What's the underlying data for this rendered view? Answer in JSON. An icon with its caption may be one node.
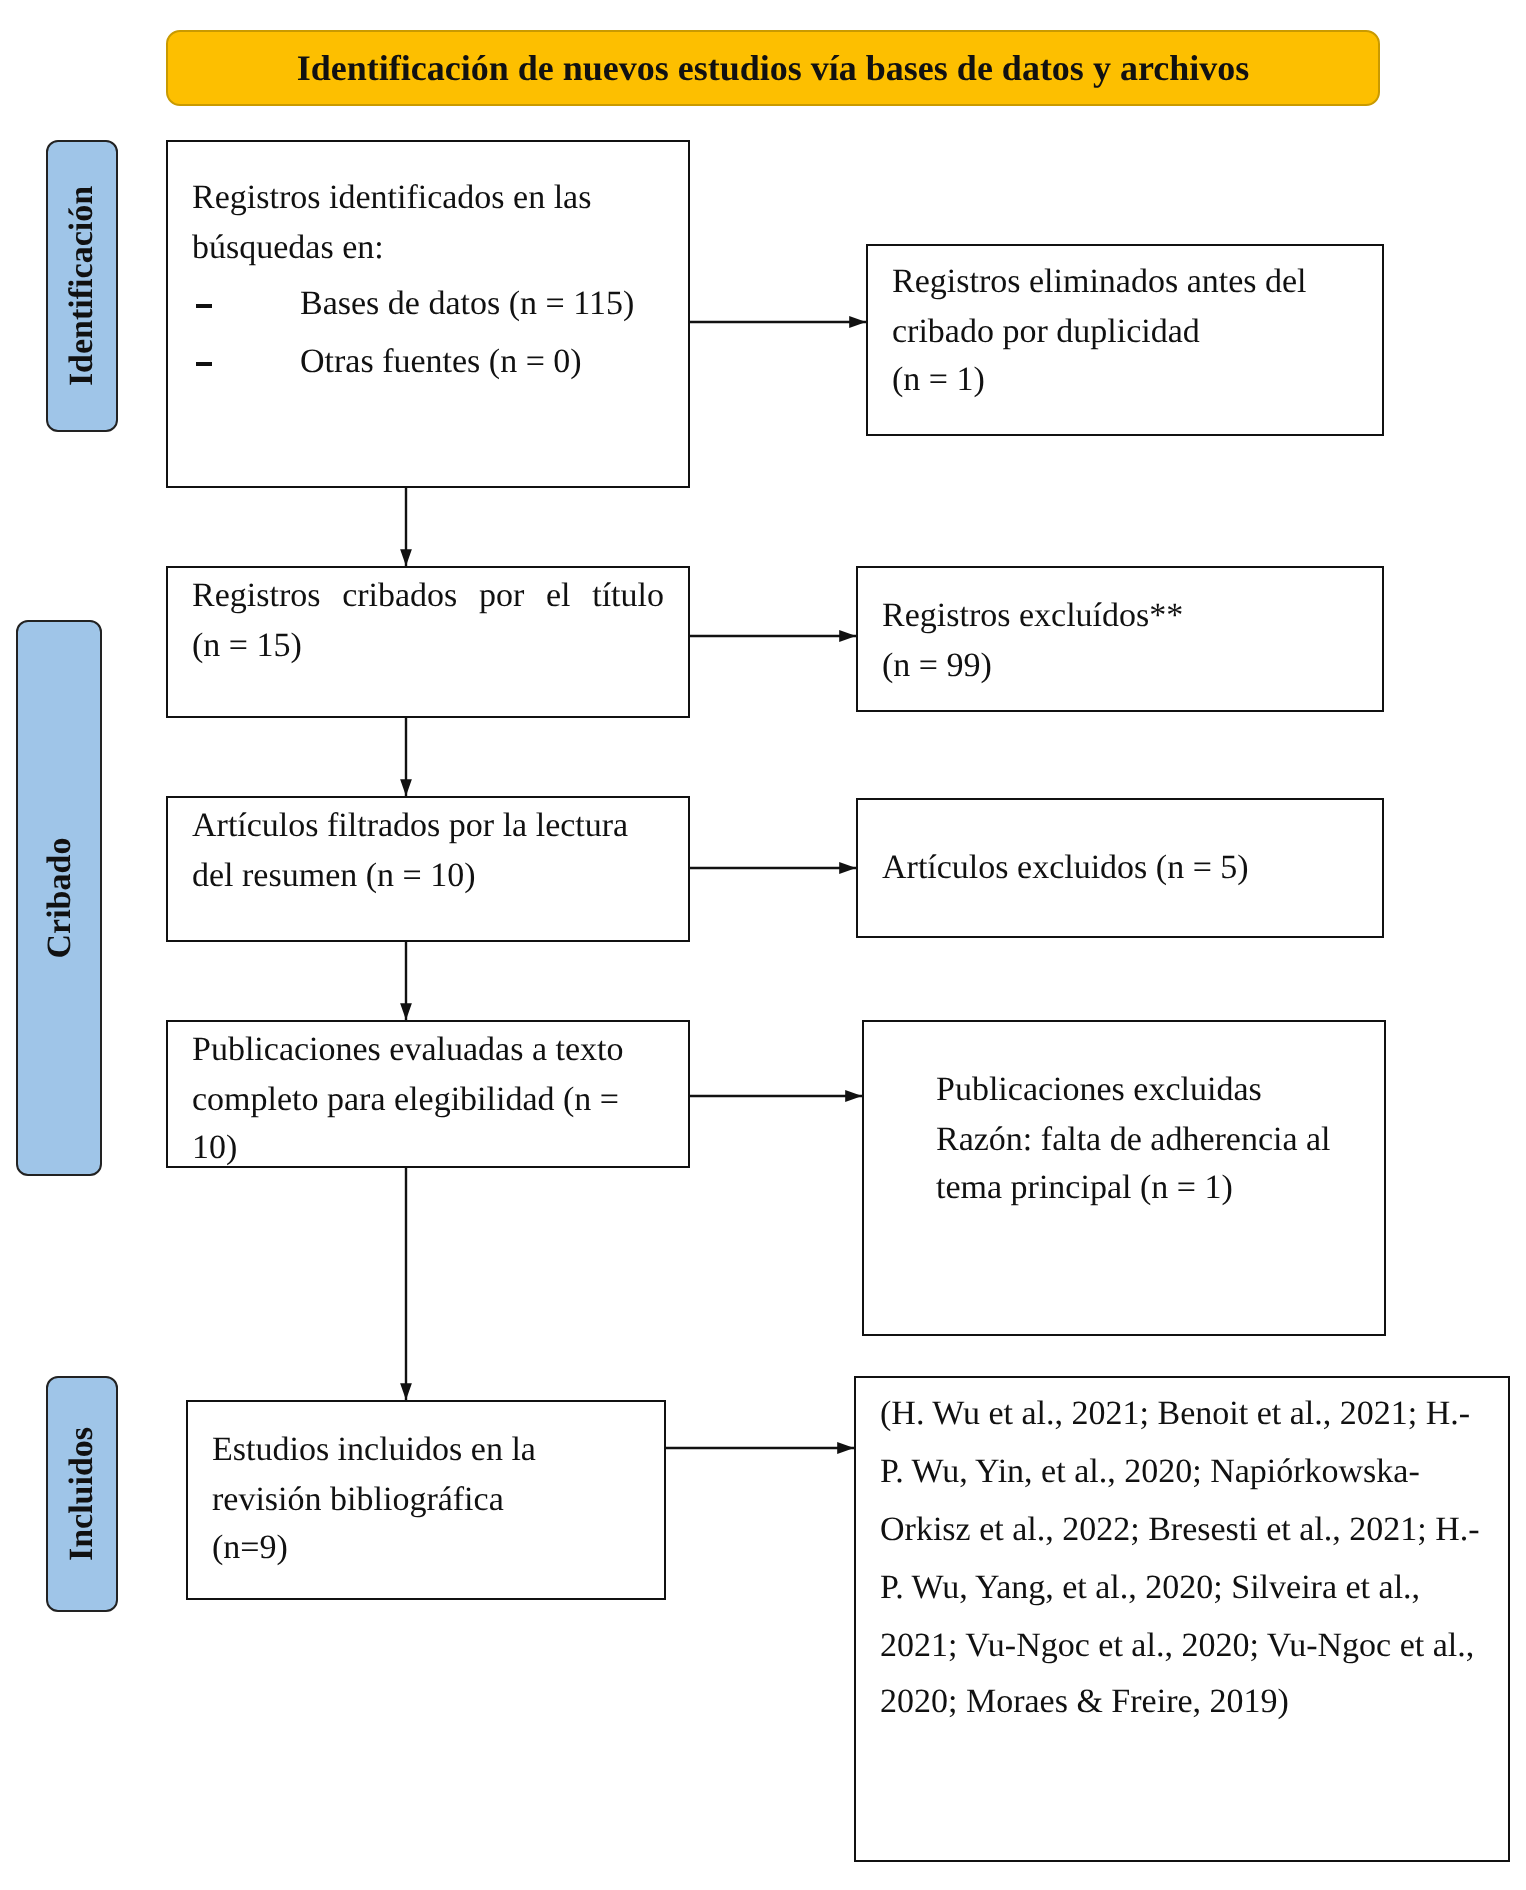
{
  "diagram": {
    "nodes": [
      {
        "text": [
          "Identificación de nuevos estudios vía bases de datos y archivos"
        ]
      },
      {
        "text": [
          "Identificación"
        ]
      },
      {
        "text": [
          "Registros identificados en las búsquedas en:",
          "Bases de datos (n = 115)",
          "Otras fuentes (n = 0)"
        ]
      },
      {
        "text": [
          "Registros eliminados antes del cribado por duplicidad",
          "(n = 1)"
        ]
      },
      {
        "text": [
          "Cribado"
        ]
      },
      {
        "text": [
          "Registros cribados por el título",
          "(n = 15)"
        ]
      },
      {
        "text": [
          "Registros excluídos**",
          "(n = 99)"
        ]
      },
      {
        "text": [
          "Artículos filtrados por la lectura del resumen (n = 10)"
        ]
      },
      {
        "text": [
          "Artículos excluidos (n = 5)"
        ]
      },
      {
        "text": [
          "Publicaciones evaluadas a texto completo para elegibilidad (n = 10)"
        ]
      },
      {
        "text": [
          "Publicaciones excluidas",
          "Razón: falta de adherencia al tema principal (n = 1)"
        ]
      },
      {
        "text": [
          "Incluidos"
        ]
      },
      {
        "text": [
          "Estudios incluidos en la revisión bibliográfica",
          "(n=9)"
        ]
      },
      {
        "text": [
          "(H. Wu et al., 2021; Benoit et al., 2021; H.-P. Wu, Yin, et al., 2020; Napiórkowska-Orkisz et al., 2022; Bresesti et al., 2021; H.-P. Wu, Yang, et al., 2020; Silveira et al., 2021; Vu-Ngoc et al., 2020; Vu-Ngoc et al., 2020; Moraes & Freire, 2019)"
        ]
      }
    ],
    "edges": [
      {
        "from": 2,
        "to": 3,
        "arrow": "to"
      },
      {
        "from": 2,
        "to": 5,
        "arrow": "to"
      },
      {
        "from": 5,
        "to": 6,
        "arrow": "to"
      },
      {
        "from": 5,
        "to": 7,
        "arrow": "to"
      },
      {
        "from": 7,
        "to": 8,
        "arrow": "to"
      },
      {
        "from": 7,
        "to": 9,
        "arrow": "to"
      },
      {
        "from": 9,
        "to": 10,
        "arrow": "to"
      },
      {
        "from": 9,
        "to": 12,
        "arrow": "to"
      },
      {
        "from": 12,
        "to": 13,
        "arrow": "to"
      }
    ]
  }
}
